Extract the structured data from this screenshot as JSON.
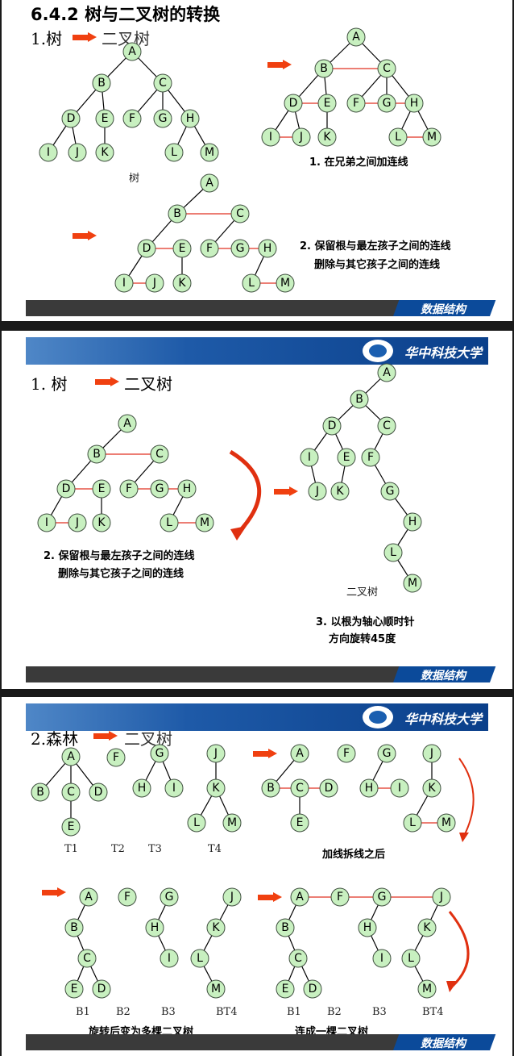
{
  "slide1": {
    "title": "6.4.2 树与二叉树的转换",
    "subtitle_left": "1.树",
    "subtitle_right": "二叉树",
    "tree_caption": "树",
    "step1": "1. 在兄弟之间加连线",
    "step2_line1": "2. 保留根与最左孩子之间的连线",
    "step2_line2": "删除与其它孩子之间的连线",
    "footer": "数据结构"
  },
  "slide2": {
    "university": "华中科技大学",
    "subtitle_left": "1. 树",
    "subtitle_right": "二叉树",
    "step2_line1": "2. 保留根与最左孩子之间的连线",
    "step2_line2": "删除与其它孩子之间的连线",
    "bt_caption": "二叉树",
    "step3_line1": "3. 以根为轴心顺时针",
    "step3_line2": "方向旋转45度",
    "footer": "数据结构"
  },
  "slide3": {
    "university": "华中科技大学",
    "subtitle_left": "2.森林",
    "subtitle_right": "二叉树",
    "t_labels": [
      "T1",
      "T2",
      "T3",
      "T4"
    ],
    "b_labels_left": [
      "B1",
      "B2",
      "B3",
      "BT4"
    ],
    "b_labels_right": [
      "B1",
      "B2",
      "B3",
      "BT4"
    ],
    "caption_add": "加线拆线之后",
    "caption_rotate": "旋转后变为多棵二叉树",
    "caption_connect": "连成一棵二叉树",
    "footer": "数据结构"
  },
  "colors": {
    "node_fill": "#c8f0c0",
    "arrow": "#f04010",
    "added_edge": "#e03020",
    "banner": "#1e5aa8"
  },
  "trees": {
    "s1_tree": {
      "edges": [
        [
          "A",
          "B"
        ],
        [
          "A",
          "C"
        ],
        [
          "B",
          "D"
        ],
        [
          "B",
          "E"
        ],
        [
          "C",
          "F"
        ],
        [
          "C",
          "G"
        ],
        [
          "C",
          "H"
        ],
        [
          "D",
          "I"
        ],
        [
          "D",
          "J"
        ],
        [
          "E",
          "K"
        ],
        [
          "H",
          "L"
        ],
        [
          "H",
          "M"
        ]
      ],
      "red": []
    },
    "s1_added": {
      "edges": [
        [
          "A",
          "B"
        ],
        [
          "A",
          "C"
        ],
        [
          "B",
          "D"
        ],
        [
          "B",
          "E"
        ],
        [
          "C",
          "F"
        ],
        [
          "C",
          "G"
        ],
        [
          "C",
          "H"
        ],
        [
          "D",
          "I"
        ],
        [
          "D",
          "J"
        ],
        [
          "E",
          "K"
        ],
        [
          "H",
          "L"
        ],
        [
          "H",
          "M"
        ]
      ],
      "red": [
        [
          "B",
          "C"
        ],
        [
          "D",
          "E"
        ],
        [
          "F",
          "G"
        ],
        [
          "G",
          "H"
        ],
        [
          "I",
          "J"
        ],
        [
          "L",
          "M"
        ]
      ]
    },
    "s1_kept": {
      "edges": [
        [
          "A",
          "B"
        ],
        [
          "B",
          "D"
        ],
        [
          "C",
          "F"
        ],
        [
          "D",
          "I"
        ],
        [
          "E",
          "K"
        ],
        [
          "H",
          "L"
        ]
      ],
      "red": [
        [
          "B",
          "C"
        ],
        [
          "D",
          "E"
        ],
        [
          "F",
          "G"
        ],
        [
          "G",
          "H"
        ],
        [
          "I",
          "J"
        ],
        [
          "L",
          "M"
        ]
      ]
    }
  }
}
